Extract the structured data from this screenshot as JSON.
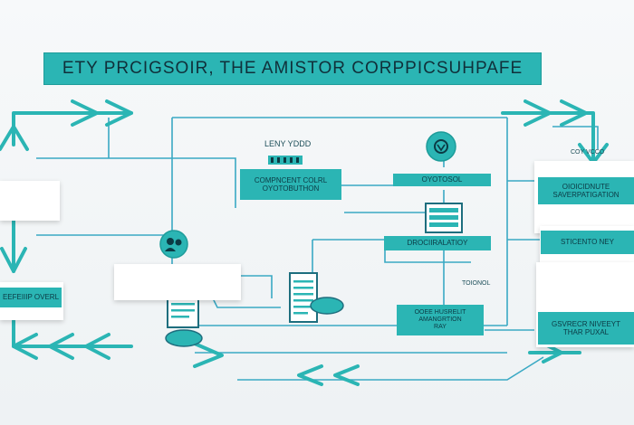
{
  "title": "ETY PRCIGSOIR, THE AMISTOR CORPPICSUHPAFE",
  "labels": {
    "compnent_ctrl": "COMPNCENT COLRL\nOYOTOBUTHON",
    "top_small": "LENY YDDD",
    "right_top_tag": "OYOTOSOL",
    "right_top_small": "COY VCCO",
    "right_upper": "OIOICIDNUTE\nSAVERPATIGATION",
    "center_mid": "DROCIIRALATIOY",
    "right_mid": "STICENTO NEY",
    "left_mid": "EEFEIIIP OVERL",
    "center_lower": "OOEE HUSRELIT\nAMANGRTION\nRAY",
    "small_mid": "TOIONOL",
    "right_bottom": "GSVRECR NIVEEYT\nTHAR PUXAL"
  },
  "colors": {
    "teal": "#2bb5b4",
    "teal_dark": "#1e9c9a",
    "line": "#3aa9c4",
    "text": "#0b3a44"
  },
  "icons": [
    "gear-cloud-icon",
    "document-icon",
    "server-icon",
    "keyboard-icon",
    "scroll-icon",
    "people-icon"
  ]
}
